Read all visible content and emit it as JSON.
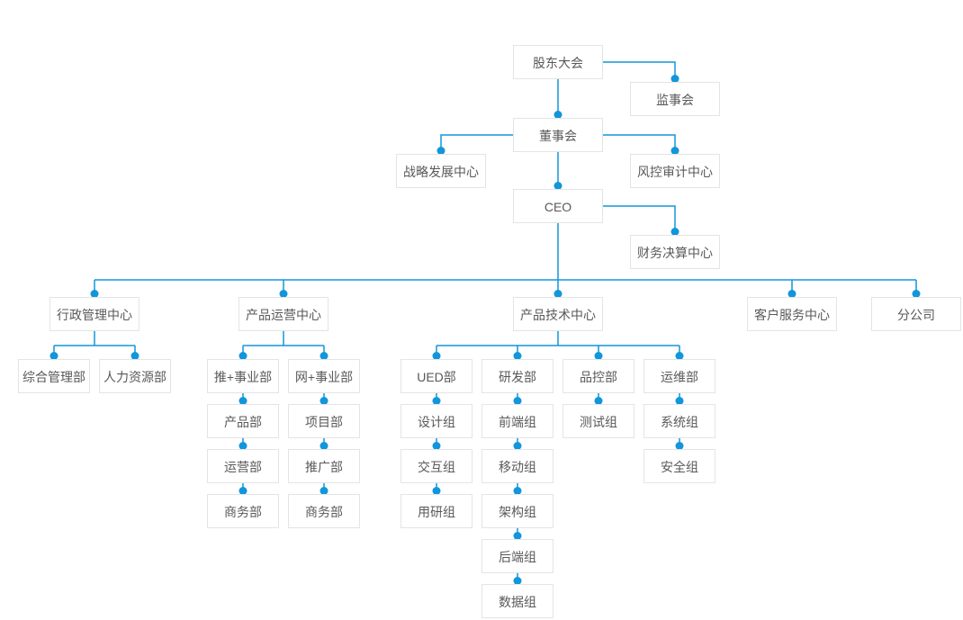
{
  "diagram": {
    "type": "org-chart",
    "colors": {
      "connector": "#1296DB",
      "node_border": "#E4E4E4",
      "node_background": "#FFFFFF",
      "node_text": "#595959",
      "page_background": "#FFFFFF"
    },
    "nodes": [
      {
        "id": "shareholders",
        "label": "股东大会"
      },
      {
        "id": "supervisory",
        "label": "监事会"
      },
      {
        "id": "board",
        "label": "董事会"
      },
      {
        "id": "strategy",
        "label": "战略发展中心"
      },
      {
        "id": "risk-audit",
        "label": "风控审计中心"
      },
      {
        "id": "ceo",
        "label": "CEO"
      },
      {
        "id": "finance",
        "label": "财务决算中心"
      },
      {
        "id": "admin-center",
        "label": "行政管理中心"
      },
      {
        "id": "product-ops-center",
        "label": "产品运营中心"
      },
      {
        "id": "product-tech-center",
        "label": "产品技术中心"
      },
      {
        "id": "customer-service-center",
        "label": "客户服务中心"
      },
      {
        "id": "branch",
        "label": "分公司"
      },
      {
        "id": "general-admin",
        "label": "综合管理部"
      },
      {
        "id": "hr",
        "label": "人力资源部"
      },
      {
        "id": "tui-division",
        "label": "推+事业部"
      },
      {
        "id": "wang-division",
        "label": "网+事业部"
      },
      {
        "id": "ued",
        "label": "UED部"
      },
      {
        "id": "rd",
        "label": "研发部"
      },
      {
        "id": "qc",
        "label": "品控部"
      },
      {
        "id": "ops",
        "label": "运维部"
      },
      {
        "id": "product-dept",
        "label": "产品部"
      },
      {
        "id": "project-dept",
        "label": "项目部"
      },
      {
        "id": "design-group",
        "label": "设计组"
      },
      {
        "id": "frontend-group",
        "label": "前端组"
      },
      {
        "id": "test-group",
        "label": "测试组"
      },
      {
        "id": "system-group",
        "label": "系统组"
      },
      {
        "id": "operation-dept",
        "label": "运营部"
      },
      {
        "id": "promotion-dept",
        "label": "推广部"
      },
      {
        "id": "interaction-group",
        "label": "交互组"
      },
      {
        "id": "mobile-group",
        "label": "移动组"
      },
      {
        "id": "security-group",
        "label": "安全组"
      },
      {
        "id": "business-dept-1",
        "label": "商务部"
      },
      {
        "id": "business-dept-2",
        "label": "商务部"
      },
      {
        "id": "user-research-group",
        "label": "用研组"
      },
      {
        "id": "architecture-group",
        "label": "架构组"
      },
      {
        "id": "backend-group",
        "label": "后端组"
      },
      {
        "id": "data-group",
        "label": "数据组"
      }
    ],
    "edges": [
      [
        "shareholders",
        "supervisory"
      ],
      [
        "shareholders",
        "board"
      ],
      [
        "board",
        "strategy"
      ],
      [
        "board",
        "risk-audit"
      ],
      [
        "board",
        "ceo"
      ],
      [
        "ceo",
        "finance"
      ],
      [
        "ceo",
        "admin-center"
      ],
      [
        "ceo",
        "product-ops-center"
      ],
      [
        "ceo",
        "product-tech-center"
      ],
      [
        "ceo",
        "customer-service-center"
      ],
      [
        "ceo",
        "branch"
      ],
      [
        "admin-center",
        "general-admin"
      ],
      [
        "admin-center",
        "hr"
      ],
      [
        "product-ops-center",
        "tui-division"
      ],
      [
        "product-ops-center",
        "wang-division"
      ],
      [
        "tui-division",
        "product-dept"
      ],
      [
        "product-dept",
        "operation-dept"
      ],
      [
        "operation-dept",
        "business-dept-1"
      ],
      [
        "wang-division",
        "project-dept"
      ],
      [
        "project-dept",
        "promotion-dept"
      ],
      [
        "promotion-dept",
        "business-dept-2"
      ],
      [
        "product-tech-center",
        "ued"
      ],
      [
        "product-tech-center",
        "rd"
      ],
      [
        "product-tech-center",
        "qc"
      ],
      [
        "product-tech-center",
        "ops"
      ],
      [
        "ued",
        "design-group"
      ],
      [
        "design-group",
        "interaction-group"
      ],
      [
        "interaction-group",
        "user-research-group"
      ],
      [
        "rd",
        "frontend-group"
      ],
      [
        "frontend-group",
        "mobile-group"
      ],
      [
        "mobile-group",
        "architecture-group"
      ],
      [
        "architecture-group",
        "backend-group"
      ],
      [
        "backend-group",
        "data-group"
      ],
      [
        "qc",
        "test-group"
      ],
      [
        "ops",
        "system-group"
      ],
      [
        "system-group",
        "security-group"
      ]
    ]
  }
}
